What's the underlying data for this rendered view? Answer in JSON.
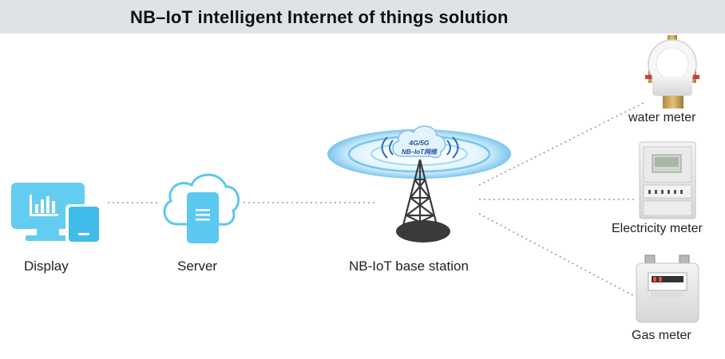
{
  "title": "NB–IoT intelligent Internet of things solution",
  "nodes": {
    "display": "Display",
    "server": "Server",
    "base_station": "NB-IoT base station",
    "water_meter": "water meter",
    "electricity_meter": "Electricity meter",
    "gas_meter": "Gas meter"
  },
  "cloud_badge": {
    "line1": "4G/5G",
    "line2": "NB–IoT网络"
  },
  "colors": {
    "banner": "#dfe3e7",
    "icon_blue": "#5bc8ef",
    "connector": "#9a9a9a",
    "signal_blue": "#4fb3e8"
  }
}
